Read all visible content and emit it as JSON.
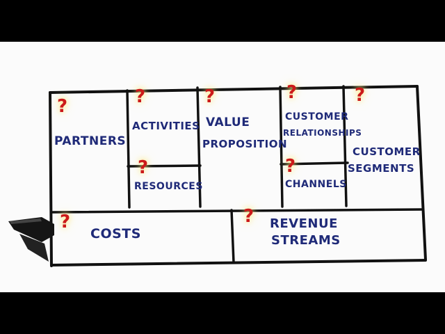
{
  "canvas": {
    "blocks": {
      "partners": "PARTNERS",
      "activities": "ACTIVITIES",
      "resources": "RESOURCES",
      "value_line1": "VALUE",
      "value_line2": "PROPOSITION",
      "customer_rel_line1": "CUSTOMER",
      "customer_rel_line2": "RELATIONSHIPS",
      "channels": "CHANNELS",
      "segments_line1": "CUSTOMER",
      "segments_line2": "SEGMENTS",
      "costs": "COSTS",
      "revenue_line1": "REVENUE",
      "revenue_line2": "STREAMS"
    },
    "question_mark": "?"
  },
  "colors": {
    "ink": "#1f2a78",
    "lines": "#111111",
    "question": "#cc1a1a",
    "highlight": "#fff3a0"
  }
}
